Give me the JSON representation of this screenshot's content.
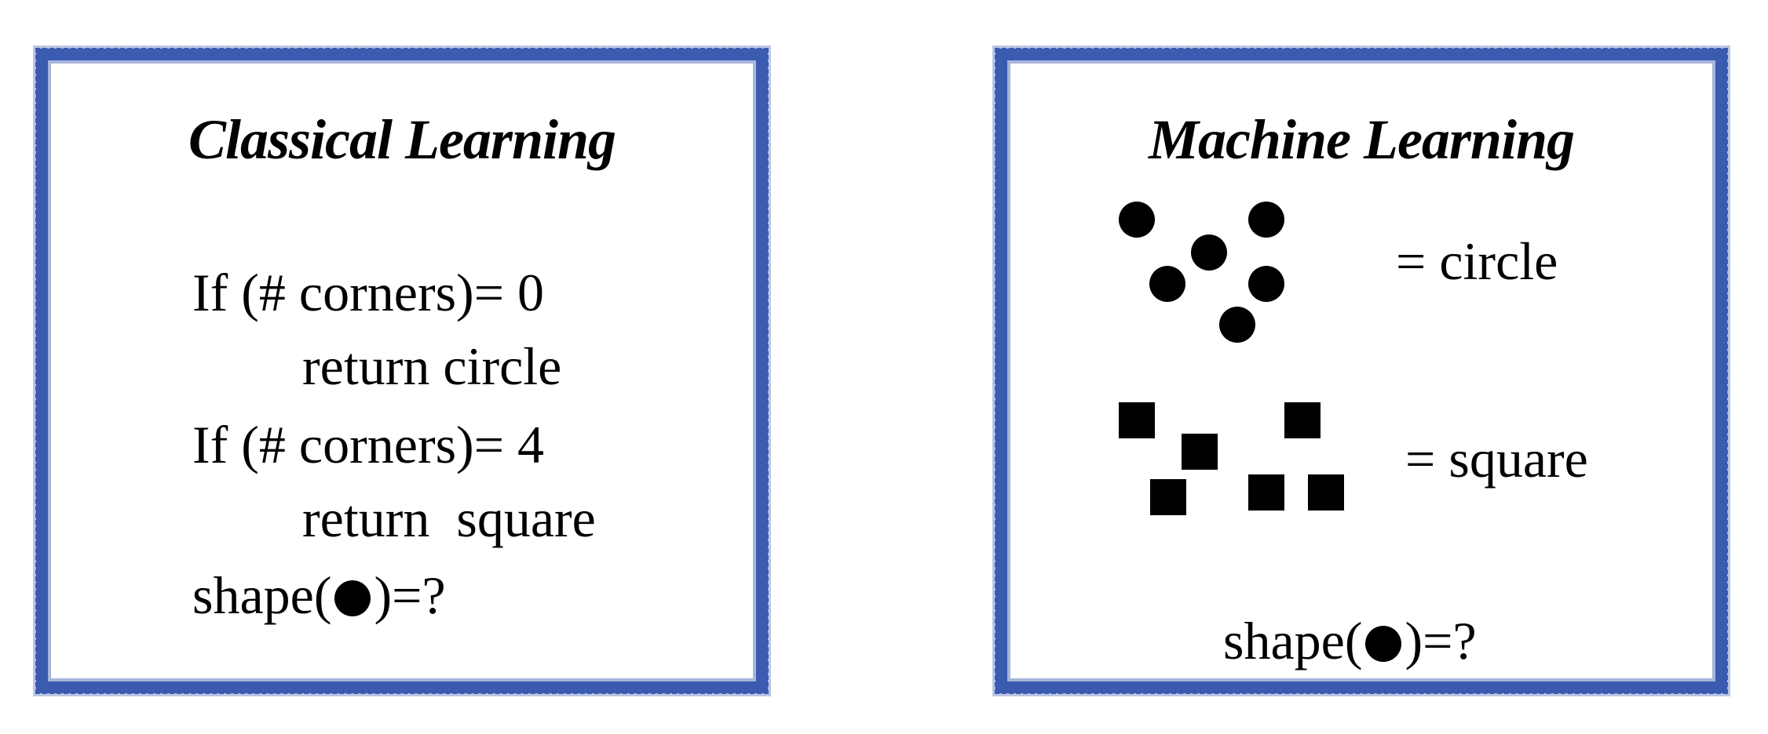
{
  "classical": {
    "title": "Classical Learning",
    "line1": "If (# corners)= 0",
    "line2": "return circle",
    "line3": "If (# corners)= 4",
    "line4": "return  square",
    "query_prefix": "shape(",
    "query_suffix": ")=?"
  },
  "machine": {
    "title": "Machine Learning",
    "circle_label": "= circle",
    "square_label": "= square",
    "query_prefix": "shape(",
    "query_suffix": ")=?",
    "circle_count": 6,
    "square_count": 6
  },
  "colors": {
    "border": "#3a5bb0",
    "shapes": "#000000"
  }
}
